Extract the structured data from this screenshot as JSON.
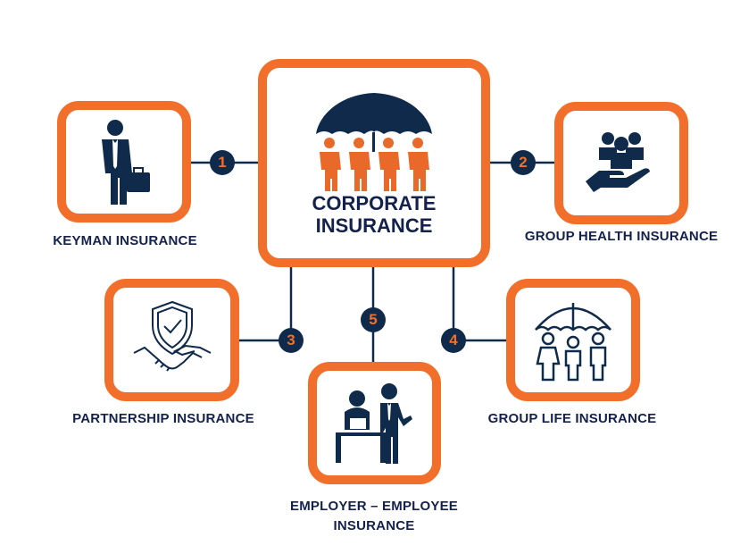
{
  "center": {
    "title_line1": "CORPORATE",
    "title_line2": "INSURANCE",
    "icon": "umbrella-people-icon"
  },
  "nodes": [
    {
      "number": "1",
      "label": "KEYMAN INSURANCE",
      "icon": "businessman-briefcase-icon"
    },
    {
      "number": "2",
      "label": "GROUP HEALTH INSURANCE",
      "icon": "hand-group-icon"
    },
    {
      "number": "3",
      "label": "PARTNERSHIP INSURANCE",
      "icon": "handshake-shield-icon"
    },
    {
      "number": "4",
      "label": "GROUP LIFE INSURANCE",
      "icon": "family-umbrella-icon"
    },
    {
      "number": "5",
      "label_line1": "EMPLOYER – EMPLOYEE",
      "label_line2": "INSURANCE",
      "icon": "employer-employee-icon"
    }
  ],
  "colors": {
    "accent": "#f26f2b",
    "navy": "#0f2a4a",
    "text": "#14214d"
  }
}
